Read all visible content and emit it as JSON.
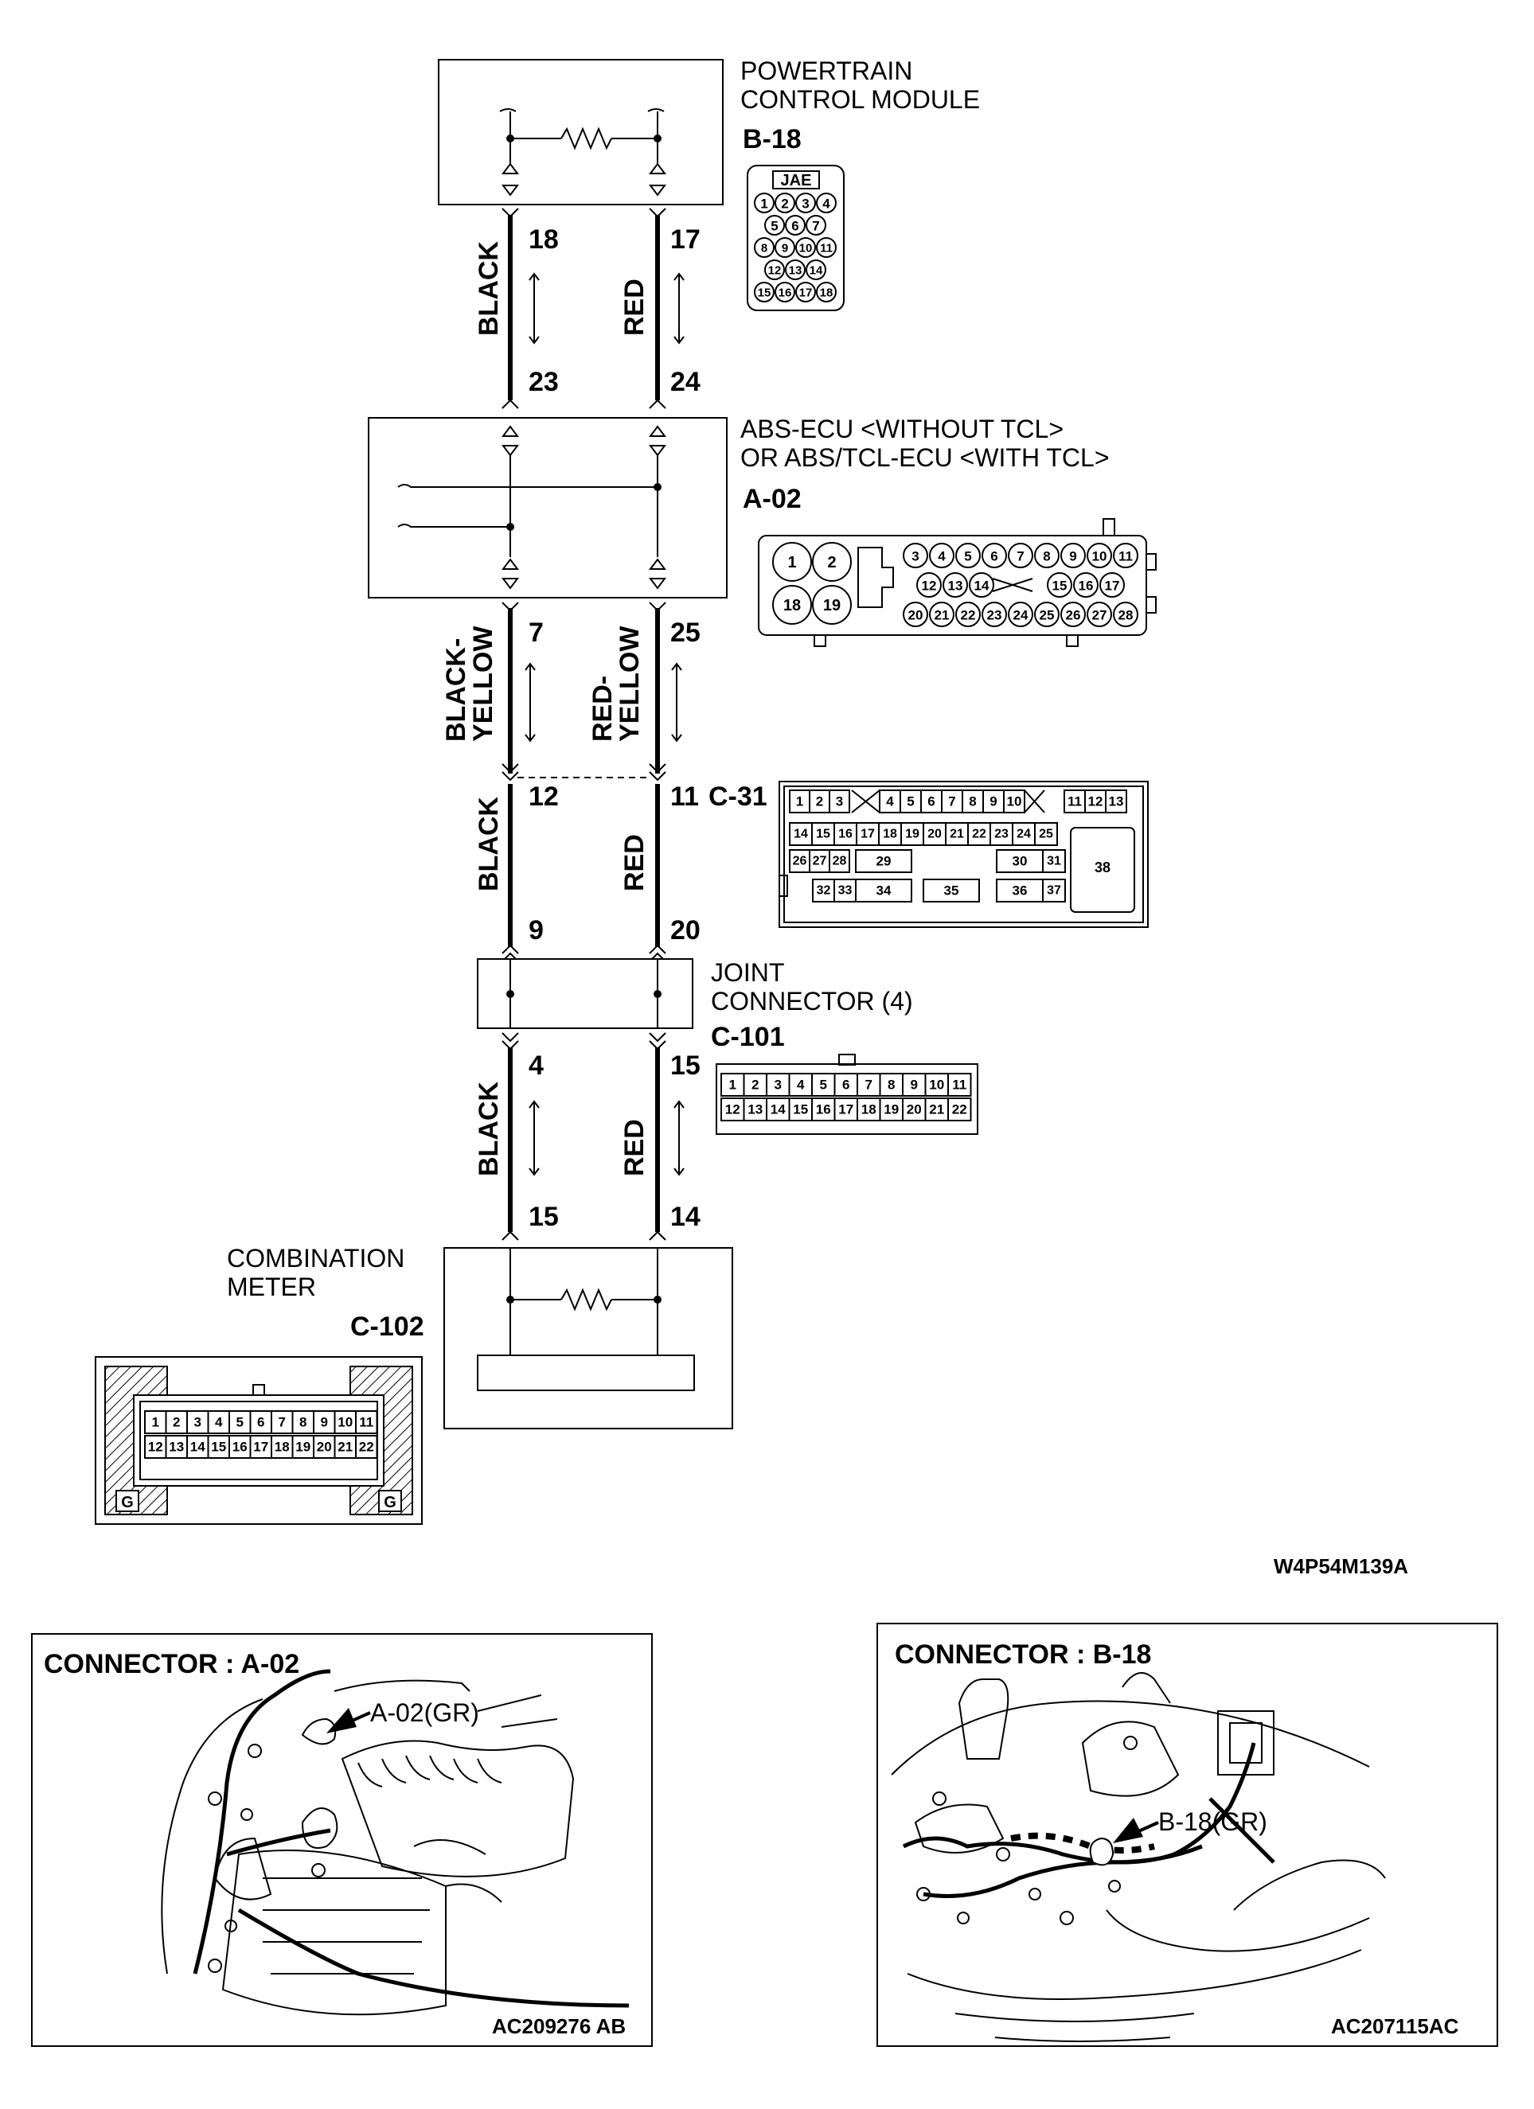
{
  "modules": {
    "pcm": {
      "title_line1": "POWERTRAIN",
      "title_line2": "CONTROL MODULE",
      "connector": "B-18",
      "connector_tag": "JAE"
    },
    "abs": {
      "title_line1": "ABS-ECU <WITHOUT TCL>",
      "title_line2": "OR ABS/TCL-ECU <WITH TCL>",
      "connector": "A-02"
    },
    "c31": {
      "connector": "C-31"
    },
    "joint": {
      "title_line1": "JOINT",
      "title_line2": "CONNECTOR (4)",
      "connector": "C-101"
    },
    "meter": {
      "title_line1": "COMBINATION",
      "title_line2": "METER",
      "connector": "C-102",
      "ground_mark": "G"
    }
  },
  "wires": {
    "seg1_left": "BLACK",
    "seg1_right": "RED",
    "seg2_left_l1": "BLACK-",
    "seg2_left_l2": "YELLOW",
    "seg2_right_l1": "RED-",
    "seg2_right_l2": "YELLOW",
    "seg3_left": "BLACK",
    "seg3_right": "RED",
    "seg4_left": "BLACK",
    "seg4_right": "RED"
  },
  "pins": {
    "p18": "18",
    "p17": "17",
    "p23": "23",
    "p24": "24",
    "p7": "7",
    "p25": "25",
    "p12": "12",
    "p11": "11",
    "p9": "9",
    "p20": "20",
    "p4": "4",
    "p15a": "15",
    "p15b": "15",
    "p14": "14"
  },
  "connector_faces": {
    "b18": [
      [
        "1",
        "2",
        "3",
        "4"
      ],
      [
        "5",
        "6",
        "7"
      ],
      [
        "8",
        "9",
        "10",
        "11"
      ],
      [
        "12",
        "13",
        "14"
      ],
      [
        "15",
        "16",
        "17",
        "18"
      ]
    ],
    "a02_big": [
      "1",
      "2",
      "18",
      "19"
    ],
    "a02_row1": [
      "3",
      "4",
      "5",
      "6",
      "7",
      "8",
      "9",
      "10",
      "11"
    ],
    "a02_row2": [
      "12",
      "13",
      "14",
      "15",
      "16",
      "17"
    ],
    "a02_row3": [
      "20",
      "21",
      "22",
      "23",
      "24",
      "25",
      "26",
      "27",
      "28"
    ],
    "c31_row1a": [
      "1",
      "2",
      "3"
    ],
    "c31_row1b": [
      "4",
      "5",
      "6",
      "7",
      "8",
      "9",
      "10"
    ],
    "c31_row1c": [
      "11",
      "12",
      "13"
    ],
    "c31_row2": [
      "14",
      "15",
      "16",
      "17",
      "18",
      "19",
      "20",
      "21",
      "22",
      "23",
      "24",
      "25"
    ],
    "c31_row3": [
      "26",
      "27",
      "28",
      "29",
      "30",
      "31",
      "38"
    ],
    "c31_row4": [
      "32",
      "33",
      "34",
      "35",
      "36",
      "37"
    ],
    "c101_row1": [
      "1",
      "2",
      "3",
      "4",
      "5",
      "6",
      "7",
      "8",
      "9",
      "10",
      "11"
    ],
    "c101_row2": [
      "12",
      "13",
      "14",
      "15",
      "16",
      "17",
      "18",
      "19",
      "20",
      "21",
      "22"
    ],
    "c102_row1": [
      "1",
      "2",
      "3",
      "4",
      "5",
      "6",
      "7",
      "8",
      "9",
      "10",
      "11"
    ],
    "c102_row2": [
      "12",
      "13",
      "14",
      "15",
      "16",
      "17",
      "18",
      "19",
      "20",
      "21",
      "22"
    ]
  },
  "drawing_code": "W4P54M139A",
  "photo_left": {
    "title": "CONNECTOR : A-02",
    "callout": "A-02(GR)",
    "code": "AC209276 AB"
  },
  "photo_right": {
    "title": "CONNECTOR : B-18",
    "callout": "B-18(GR)",
    "code": "AC207115AC"
  },
  "colors": {
    "ink": "#000000",
    "paper": "#ffffff"
  }
}
